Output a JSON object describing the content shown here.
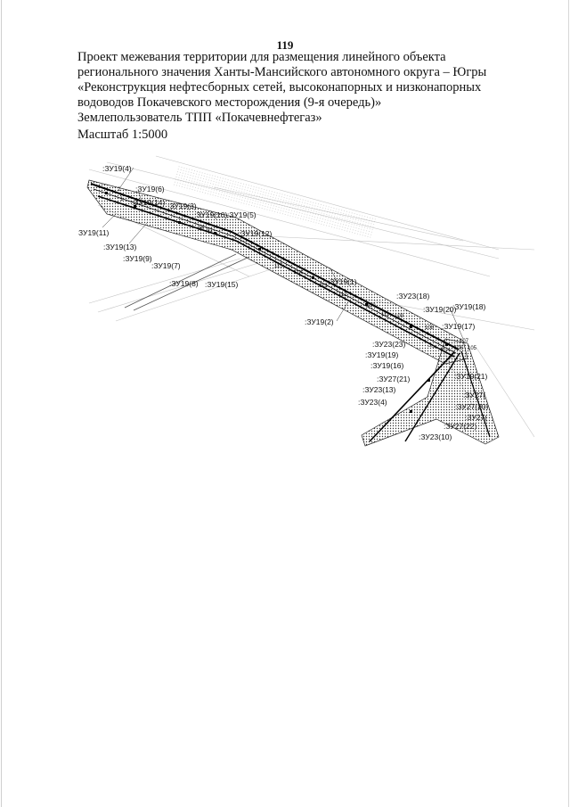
{
  "document": {
    "page_number": "119",
    "title_lines": [
      "Проект межевания территории для размещения линейного объекта",
      "регионального значения Ханты-Мансийского автономного округа – Югры",
      "«Реконструкция нефтесборных сетей, высоконапорных и низконапорных",
      "водоводов Покачевского месторождения (9-я очередь)»"
    ],
    "land_user": "Землепользователь ТПП «Покачевнефтегаз»",
    "scale": "Масштаб 1:5000"
  },
  "map": {
    "parcel_labels": [
      ":ЗУ19(4)",
      ":ЗУ19(6)",
      ":ЗУ19(14)",
      ":ЗУ19(3)",
      ":ЗУ19(10)",
      ":ЗУ19(5)",
      "ЗУ19(11)",
      ":ЗУ19(13)",
      ":ЗУ19(9)",
      ":ЗУ19(7)",
      ":ЗУ19(12)",
      ":ЗУ19(8)",
      ":ЗУ19(15)",
      ":ЗУ19(1)",
      ":ЗУ19(2)",
      ":ЗУ23(18)",
      ":ЗУ19(20)",
      ":ЗУ19(18)",
      ":ЗУ19(17)",
      ":ЗУ23(23)",
      ":ЗУ19(19)",
      ":ЗУ19(16)",
      ":ЗУ27(21)",
      ":ЗУ23(13)",
      ":ЗУ19(21)",
      ":ЗУ23(4)",
      ":ЗУ27(",
      ":ЗУ27(20)",
      ":ЗУ27(",
      ":ЗУ27(22)",
      ":ЗУ23(10)"
    ],
    "point_numbers": [
      "2",
      "1",
      "98",
      "91",
      "115",
      "114",
      "113",
      "112",
      "110",
      "111",
      "109",
      "108",
      "107",
      "106",
      "105"
    ]
  }
}
